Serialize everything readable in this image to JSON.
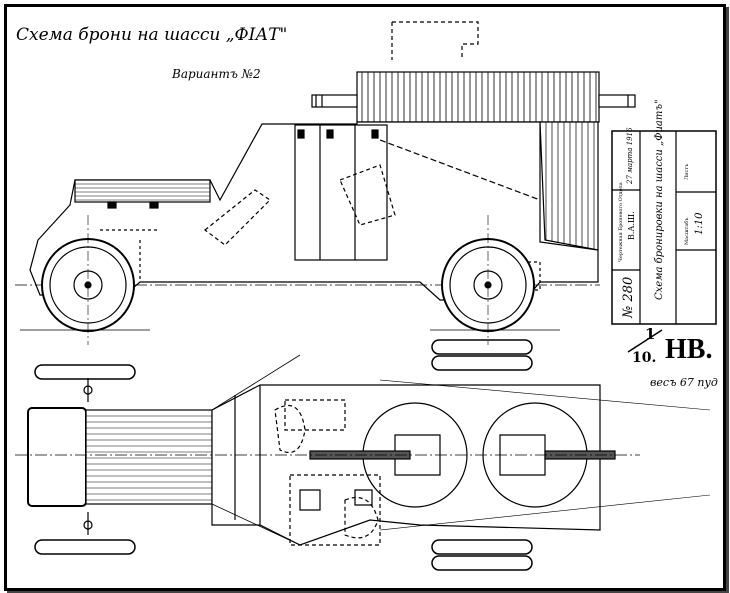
{
  "title": "Схема брони на шасси „ФІАТ\"",
  "variant": "Вариантъ №2",
  "title_block": {
    "number": "№ 280",
    "office": "Чертежная Броневого Отдела",
    "office_code": "В.А.Ш.",
    "drawing_name": "Схема бронировки на шасси „Фиатъ\"",
    "date": "27 марта 1916",
    "scale_label": "Масштабъ",
    "scale": "1:10",
    "sheets_label": "Листъ"
  },
  "stamp": {
    "fraction_top": "1",
    "fraction_bottom": "10.",
    "initials": "НВ."
  },
  "weight_note": "весъ 67 пуд"
}
